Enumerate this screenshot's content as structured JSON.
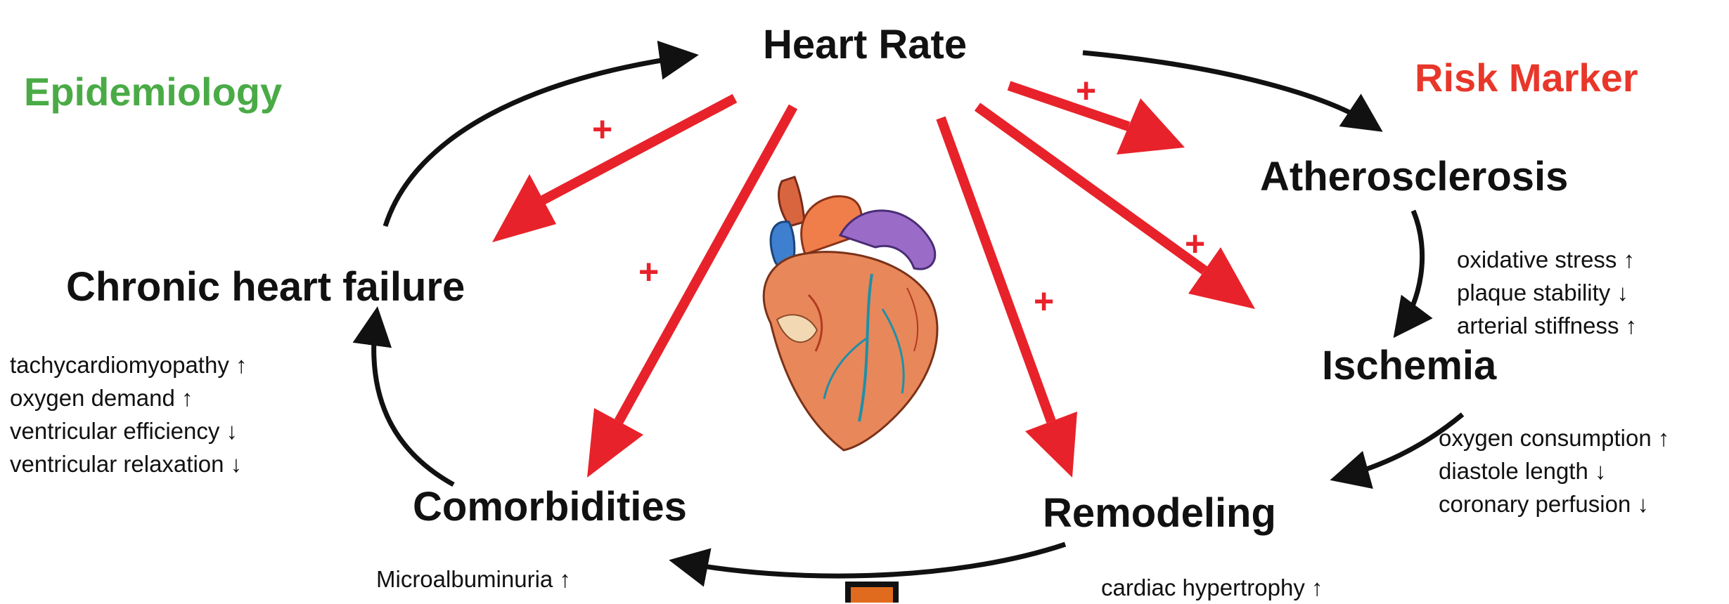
{
  "corners": {
    "left": {
      "label": "Epidemiology",
      "color": "#4aab46"
    },
    "right": {
      "label": "Risk Marker",
      "color": "#e8372a"
    }
  },
  "nodes": {
    "heart_rate": "Heart Rate",
    "atherosclerosis": "Atherosclerosis",
    "ischemia": "Ischemia",
    "remodeling": "Remodeling",
    "comorbidities": "Comorbidities",
    "chronic_heart_failure": "Chronic heart failure"
  },
  "plus_sign": "+",
  "effects": {
    "chronic_heart_failure": [
      "tachycardiomyopathy ↑",
      "oxygen demand ↑",
      "ventricular efficiency ↓",
      "ventricular relaxation ↓"
    ],
    "atherosclerosis": [
      "oxidative stress ↑",
      "plaque stability ↓",
      "arterial stiffness ↑"
    ],
    "ischemia": [
      "oxygen consumption ↑",
      "diastole length ↓",
      "coronary perfusion ↓"
    ],
    "comorbidities": [
      "Microalbuminuria ↑"
    ],
    "remodeling": [
      "cardiac hypertrophy ↑"
    ]
  },
  "colors": {
    "red_arrow": "#e8222a",
    "black_arrow": "#111111"
  },
  "icons": {
    "center": "heart-illustration-icon",
    "bottom": "orange-box-icon"
  }
}
